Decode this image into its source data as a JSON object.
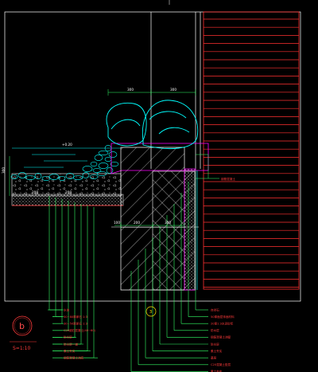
{
  "detail": {
    "tag_letter": "b",
    "scale_label": "S=1:10",
    "callout_number": "3"
  },
  "dimensions": {
    "top_rock": "300",
    "water_level": "+0.20",
    "left_depth": "300",
    "slab_a": "200",
    "slab_b": "200",
    "base_a": "100",
    "base_b": "200",
    "base_c": "300"
  },
  "right_note": "钢筋混凝土",
  "left_labels": [
    "水体",
    "50~80厚卵石 1:3",
    "30~50厚卵石 1:3",
    "C20细石混凝土(40~60)",
    "防水层",
    "防水层一道",
    "素土夯实",
    "钢筋混凝土池底"
  ],
  "right_labels": [
    "自然石",
    "50厚面层饰面材料",
    "20厚1:3水泥砂浆",
    "防水层",
    "钢筋混凝土池壁",
    "防水层",
    "素土夯实",
    "基层",
    "C20混凝土垫层",
    "素土夯实"
  ]
}
